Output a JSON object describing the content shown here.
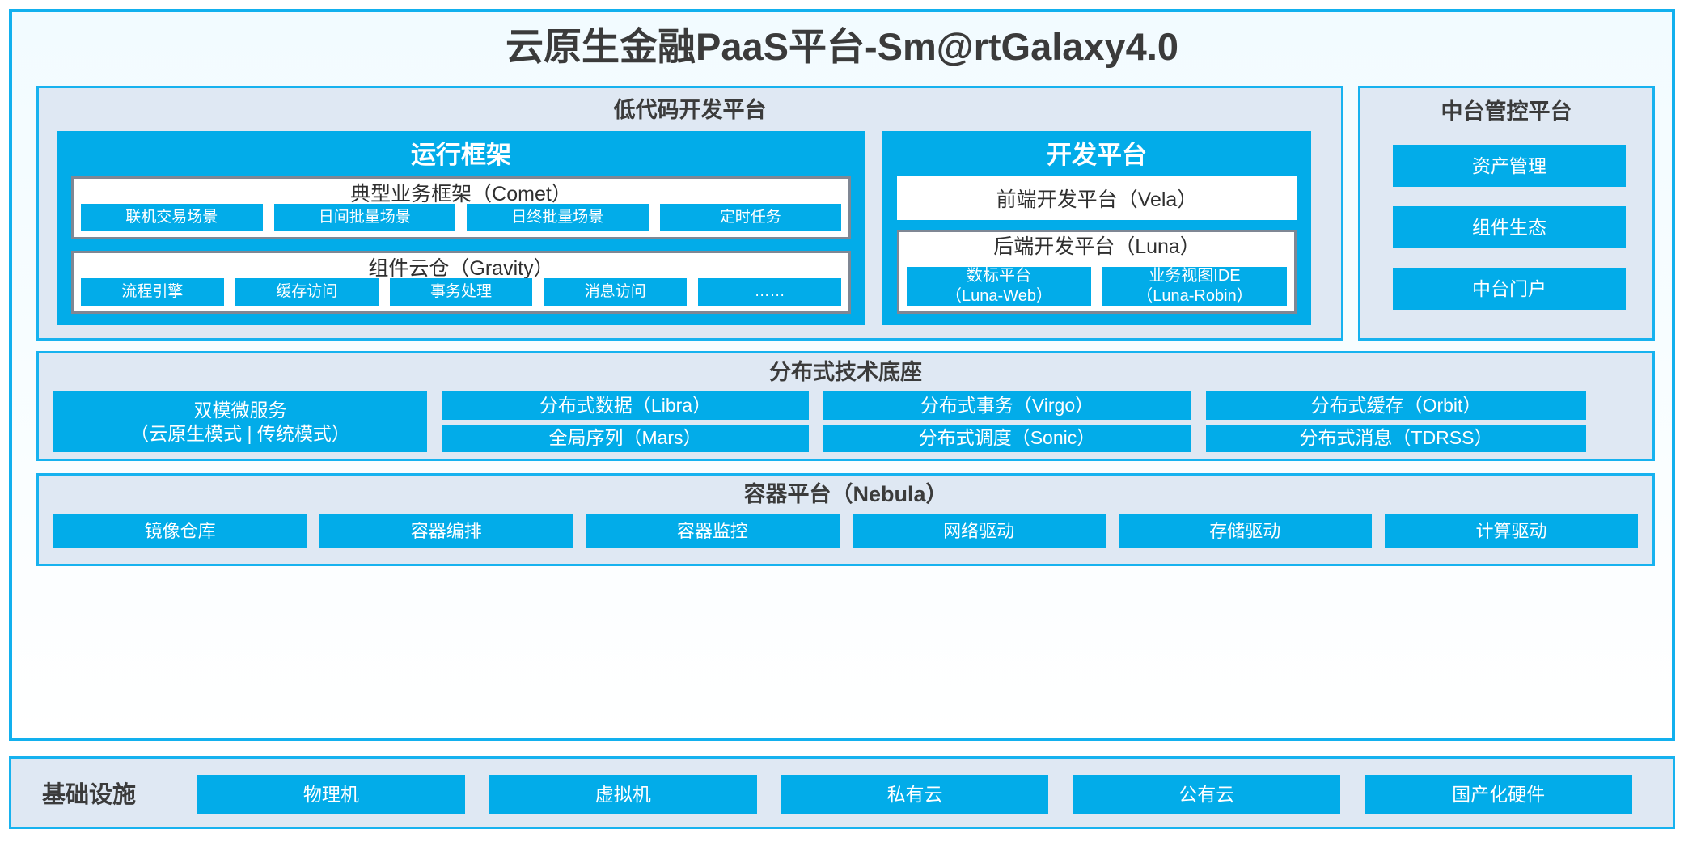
{
  "title": "云原生金融PaaS平台-Sm@rtGalaxy4.0",
  "colors": {
    "accent": "#02ace9",
    "border": "#17b2ef",
    "panel_bg": "#dfe8f3",
    "box_border": "#7f8794",
    "text": "#3b3b3b"
  },
  "lowcode": {
    "title": "低代码开发平台",
    "runtime": {
      "title": "运行框架",
      "comet": {
        "title": "典型业务框架（Comet）",
        "items": [
          "联机交易场景",
          "日间批量场景",
          "日终批量场景",
          "定时任务"
        ]
      },
      "gravity": {
        "title": "组件云仓（Gravity）",
        "items": [
          "流程引擎",
          "缓存访问",
          "事务处理",
          "消息访问",
          "……"
        ]
      }
    },
    "dev": {
      "title": "开发平台",
      "vela": "前端开发平台（Vela）",
      "luna": {
        "title": "后端开发平台（Luna）",
        "items": [
          "数标平台\n（Luna-Web）",
          "业务视图IDE\n（Luna-Robin）"
        ]
      }
    }
  },
  "mid_platform": {
    "title": "中台管控平台",
    "items": [
      "资产管理",
      "组件生态",
      "中台门户"
    ]
  },
  "tech_base": {
    "title": "分布式技术底座",
    "wide": "双模微服务\n（云原生模式 | 传统模式）",
    "columns": [
      [
        "分布式数据（Libra）",
        "全局序列（Mars）"
      ],
      [
        "分布式事务（Virgo）",
        "分布式调度（Sonic）"
      ],
      [
        "分布式缓存（Orbit）",
        "分布式消息（TDRSS）"
      ]
    ]
  },
  "container": {
    "title": "容器平台（Nebula）",
    "items": [
      "镜像仓库",
      "容器编排",
      "容器监控",
      "网络驱动",
      "存储驱动",
      "计算驱动"
    ]
  },
  "infra": {
    "label": "基础设施",
    "items": [
      "物理机",
      "虚拟机",
      "私有云",
      "公有云",
      "国产化硬件"
    ]
  }
}
